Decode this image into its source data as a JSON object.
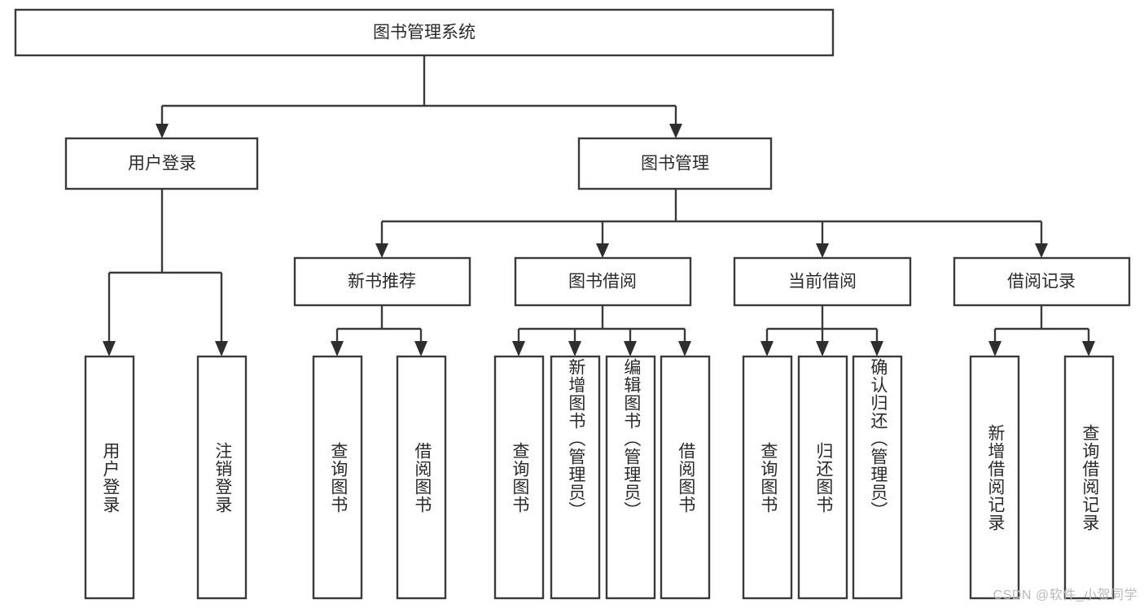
{
  "diagram": {
    "type": "tree-hierarchy-chart",
    "title": "图书管理系统",
    "colors": {
      "box_stroke": "#3a3a3a",
      "box_fill": "#ffffff",
      "connector": "#3a3a3a",
      "arrow": "#2e2e2e",
      "text": "#2a2a2a",
      "background": "#ffffff",
      "watermark": "#b9b9b9"
    },
    "root": {
      "label": "图书管理系统"
    },
    "level1": [
      {
        "label": "用户登录"
      },
      {
        "label": "图书管理"
      }
    ],
    "level2": [
      {
        "label": "新书推荐"
      },
      {
        "label": "图书借阅"
      },
      {
        "label": "当前借阅"
      },
      {
        "label": "借阅记录"
      }
    ],
    "leaves": {
      "user_login": [
        {
          "label": "用户登录"
        },
        {
          "label": "注销登录"
        }
      ],
      "new_book_recommend": [
        {
          "label": "查询图书"
        },
        {
          "label": "借阅图书"
        }
      ],
      "book_borrow": [
        {
          "label": "查询图书"
        },
        {
          "label": "新增图书（管理员）"
        },
        {
          "label": "编辑图书（管理员）"
        },
        {
          "label": "借阅图书"
        }
      ],
      "current_borrow": [
        {
          "label": "查询图书"
        },
        {
          "label": "归还图书"
        },
        {
          "label": "确认归还（管理员）"
        }
      ],
      "borrow_record": [
        {
          "label": "新增借阅记录"
        },
        {
          "label": "查询借阅记录"
        }
      ]
    },
    "watermark": "CSDN @软件_小贺同学"
  }
}
